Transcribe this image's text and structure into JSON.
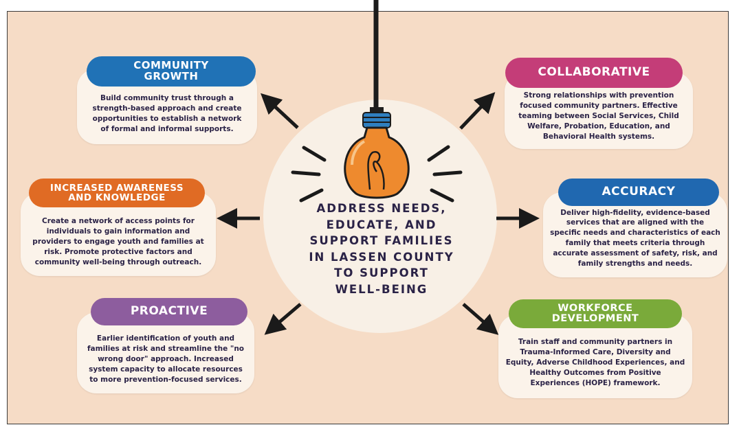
{
  "center": {
    "lines": [
      "ADDRESS NEEDS,",
      "EDUCATE, AND",
      "SUPPORT FAMILIES",
      "IN LASSEN COUNTY",
      "TO SUPPORT",
      "WELL-BEING"
    ]
  },
  "nodes": {
    "community_growth": {
      "title_lines": [
        "COMMUNITY",
        "GROWTH"
      ],
      "body": "Build community trust through a strength-based approach and create opportunities to establish a network of formal and informal supports.",
      "color": "#2072b6"
    },
    "collaborative": {
      "title_lines": [
        "COLLABORATIVE"
      ],
      "body": "Strong relationships with prevention focused community partners. Effective teaming between Social Services, Child Welfare, Probation, Education, and Behavioral Health systems.",
      "color": "#c43d78"
    },
    "increased_awareness": {
      "title_lines": [
        "INCREASED AWARENESS",
        "AND KNOWLEDGE"
      ],
      "body": "Create a network of access points for individuals to gain information and providers to engage youth and families at risk. Promote protective factors and community well-being through outreach.",
      "color": "#e06b24"
    },
    "accuracy": {
      "title_lines": [
        "ACCURACY"
      ],
      "body": "Deliver high-fidelity, evidence-based services that are aligned with the specific needs and characteristics of each family that meets criteria through accurate assessment of safety, risk, and family strengths and needs.",
      "color": "#2068b0"
    },
    "proactive": {
      "title_lines": [
        "PROACTIVE"
      ],
      "body": "Earlier identification of youth and families at risk and streamline the \"no wrong door\" approach. Increased system capacity to allocate resources to more prevention-focused services.",
      "color": "#8d5d9e"
    },
    "workforce": {
      "title_lines": [
        "WORKFORCE",
        "DEVELOPMENT"
      ],
      "body": "Train staff and community partners in Trauma-Informed Care, Diversity and Equity, Adverse Childhood Experiences, and Healthy Outcomes from Positive Experiences (HOPE) framework.",
      "color": "#7aaa3a"
    }
  }
}
